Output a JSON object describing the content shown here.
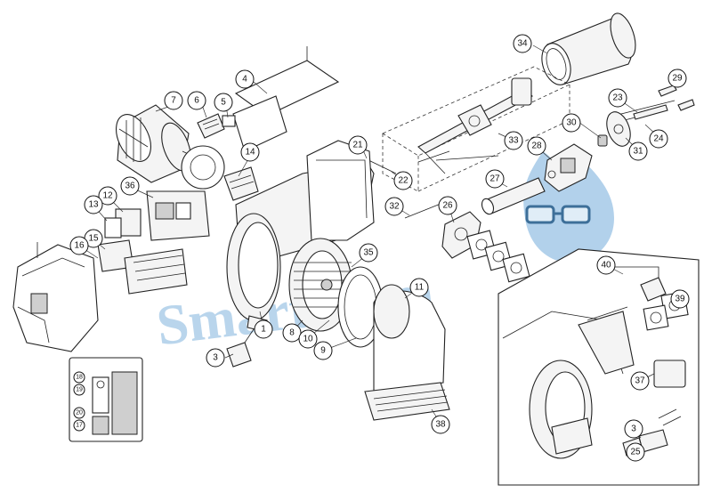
{
  "diagram": {
    "watermark_text": "SmartFlam",
    "watermark_color": "#7fb3dd",
    "callouts": [
      {
        "id": "c34",
        "label": "34"
      },
      {
        "id": "c29",
        "label": "29"
      },
      {
        "id": "c23",
        "label": "23"
      },
      {
        "id": "c24",
        "label": "24"
      },
      {
        "id": "c31",
        "label": "31"
      },
      {
        "id": "c30",
        "label": "30"
      },
      {
        "id": "c4",
        "label": "4"
      },
      {
        "id": "c7",
        "label": "7"
      },
      {
        "id": "c6",
        "label": "6"
      },
      {
        "id": "c5",
        "label": "5"
      },
      {
        "id": "c14",
        "label": "14"
      },
      {
        "id": "c21",
        "label": "21"
      },
      {
        "id": "c22",
        "label": "22"
      },
      {
        "id": "c33",
        "label": "33"
      },
      {
        "id": "c28",
        "label": "28"
      },
      {
        "id": "c27",
        "label": "27"
      },
      {
        "id": "c26",
        "label": "26"
      },
      {
        "id": "c32",
        "label": "32"
      },
      {
        "id": "c36",
        "label": "36"
      },
      {
        "id": "c12",
        "label": "12"
      },
      {
        "id": "c13",
        "label": "13"
      },
      {
        "id": "c15",
        "label": "15"
      },
      {
        "id": "c16",
        "label": "16"
      },
      {
        "id": "c35",
        "label": "35"
      },
      {
        "id": "c11",
        "label": "11"
      },
      {
        "id": "c40",
        "label": "40"
      },
      {
        "id": "c39",
        "label": "39"
      },
      {
        "id": "c1",
        "label": "1"
      },
      {
        "id": "c8",
        "label": "8"
      },
      {
        "id": "c10",
        "label": "10"
      },
      {
        "id": "c9",
        "label": "9"
      },
      {
        "id": "c3",
        "label": "3"
      },
      {
        "id": "c37",
        "label": "37"
      },
      {
        "id": "c38",
        "label": "38"
      },
      {
        "id": "c3b",
        "label": "3"
      },
      {
        "id": "c25",
        "label": "25"
      },
      {
        "id": "c18",
        "label": "18"
      },
      {
        "id": "c19",
        "label": "19"
      },
      {
        "id": "c20",
        "label": "20"
      },
      {
        "id": "c17",
        "label": "17"
      }
    ]
  }
}
